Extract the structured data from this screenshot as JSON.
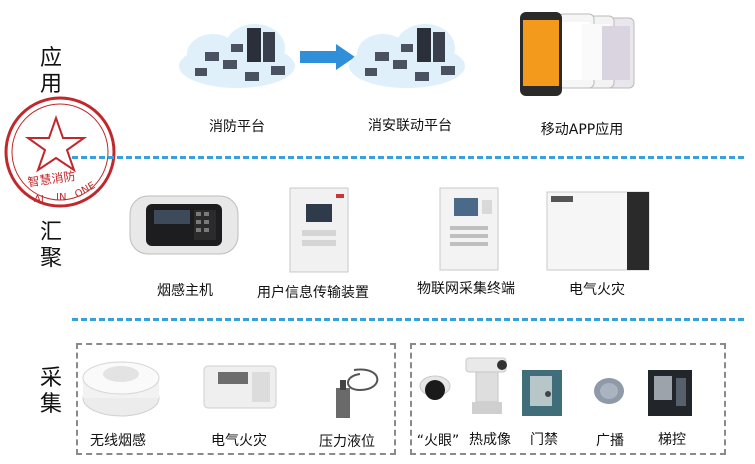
{
  "layers": {
    "application": "应用",
    "aggregation": "汇聚",
    "collection": "采集"
  },
  "seal": {
    "text_main": "智慧消防",
    "text_ai": "AI",
    "text_in": "IN",
    "text_one": "ONE",
    "color": "#c0292b"
  },
  "application_layer": {
    "items": [
      {
        "label": "消防平台"
      },
      {
        "label": "消安联动平台"
      },
      {
        "label": "移动APP应用"
      }
    ]
  },
  "aggregation_layer": {
    "items": [
      {
        "label": "烟感主机"
      },
      {
        "label": "用户信息传输装置"
      },
      {
        "label": "物联网采集终端"
      },
      {
        "label": "电气火灾"
      }
    ]
  },
  "collection_layer": {
    "left_group": [
      {
        "label": "无线烟感"
      },
      {
        "label": "电气火灾"
      },
      {
        "label": "压力液位"
      }
    ],
    "right_group": [
      {
        "label": "“火眼”"
      },
      {
        "label": "热成像"
      },
      {
        "label": "门禁"
      },
      {
        "label": "广播"
      },
      {
        "label": "梯控"
      }
    ]
  },
  "colors": {
    "divider": "#3aa0dc",
    "arrow": "#2f8fd8",
    "cloud": "#dff0fb"
  }
}
